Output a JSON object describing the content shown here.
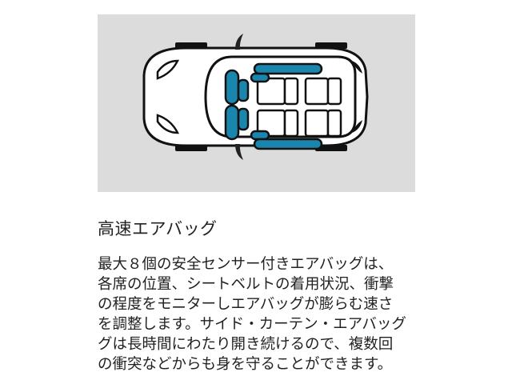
{
  "illustration": {
    "name": "car-airbag-diagram",
    "colors": {
      "background": "#dcdcdc",
      "car_body": "#ffffff",
      "outline": "#111111",
      "airbag": "#1b86ad"
    }
  },
  "heading": "高速エアバッグ",
  "description_lines": [
    "最大８個の安全センサー付きエアバッグは、",
    "各席の位置、シートベルトの着用状況、衝撃",
    "の程度をモニターしエアバッグが膨らむ速さ",
    "を調整します。サイド・カーテン・エアバッグ",
    "グは長時間にわたり開き続けるので、複数回",
    "の衝突などからも身を守ることができます。"
  ]
}
